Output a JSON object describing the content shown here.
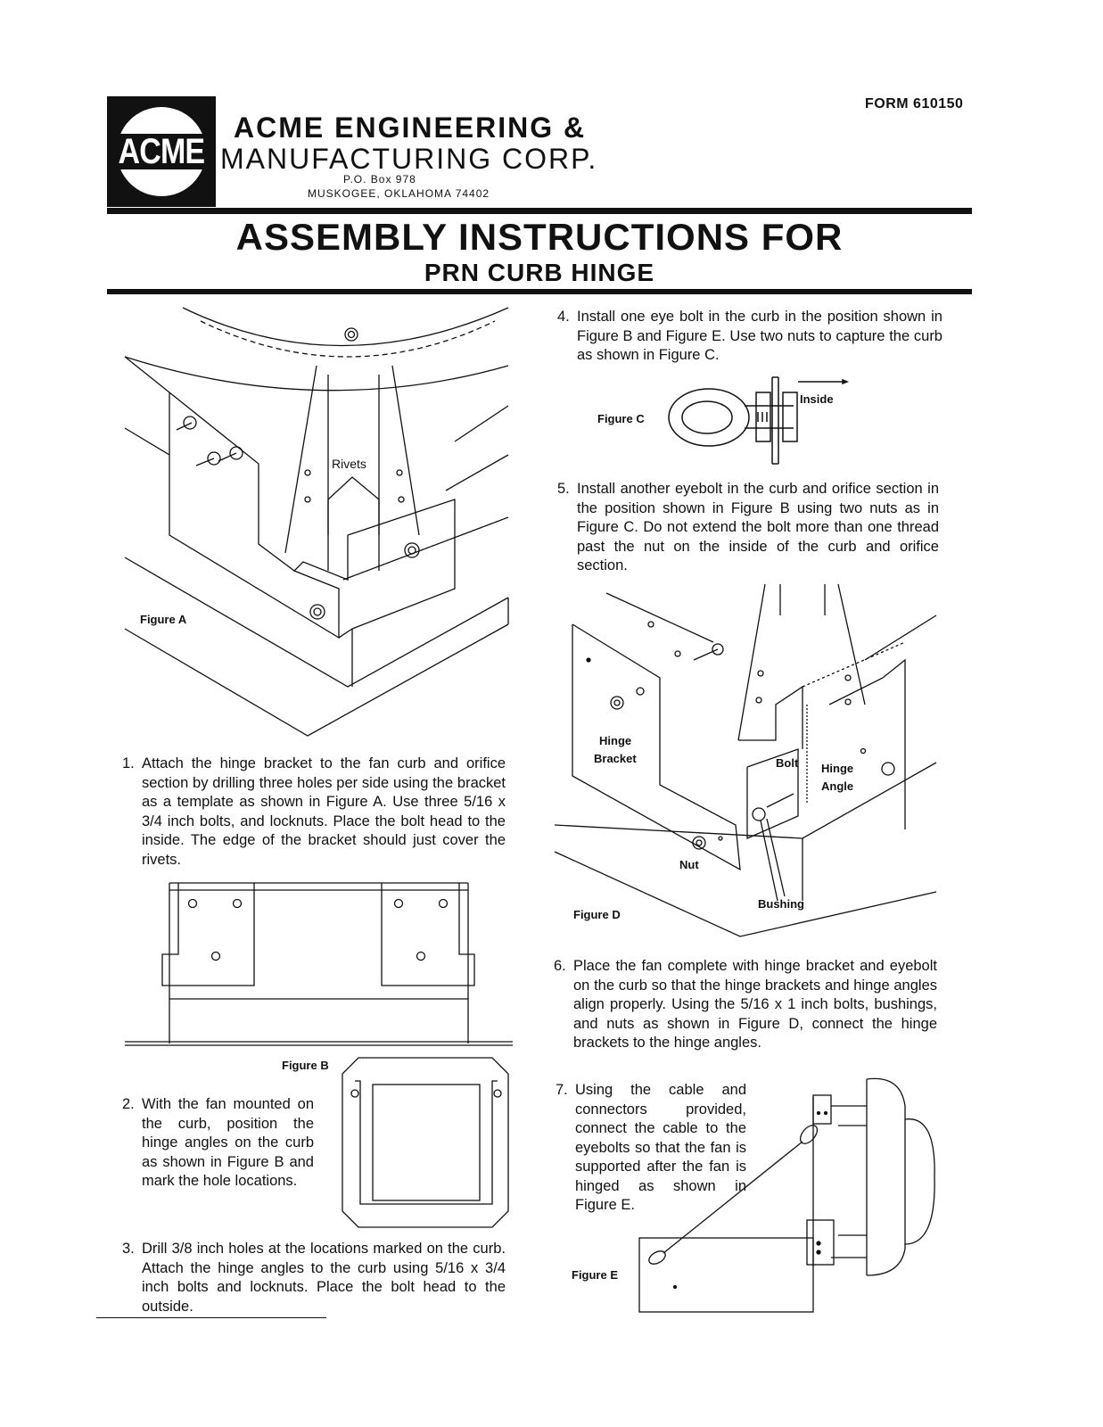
{
  "header": {
    "form_number": "FORM 610150",
    "logo_text": "ACME",
    "company_line1": "ACME ENGINEERING &",
    "company_line2": "MANUFACTURING CORP.",
    "address_line1": "P.O. Box 978",
    "address_line2": "MUSKOGEE, OKLAHOMA 74402"
  },
  "title": {
    "main": "ASSEMBLY INSTRUCTIONS FOR",
    "sub": "PRN CURB HINGE"
  },
  "figures": {
    "a": {
      "label": "Figure A",
      "rivets": "Rivets"
    },
    "b": {
      "label": "Figure B"
    },
    "c": {
      "label": "Figure C",
      "inside": "Inside"
    },
    "d": {
      "label": "Figure D",
      "hinge_bracket_1": "Hinge",
      "hinge_bracket_2": "Bracket",
      "bolt": "Bolt",
      "hinge_angle_1": "Hinge",
      "hinge_angle_2": "Angle",
      "nut": "Nut",
      "bushing": "Bushing"
    },
    "e": {
      "label": "Figure E"
    }
  },
  "steps": [
    {
      "num": "1.",
      "text": "Attach the hinge bracket to the fan curb and orifice section by drilling three holes per side using the bracket as a template as shown in Figure A. Use three 5/16 x 3/4 inch bolts, and locknuts. Place the bolt head to the inside. The edge of the bracket should just cover the rivets."
    },
    {
      "num": "2.",
      "text": "With the fan mounted on the curb, position the hinge angles on the curb as shown in Figure B and mark the hole locations."
    },
    {
      "num": "3.",
      "text": "Drill 3/8 inch holes at the locations marked on the curb. Attach the hinge angles to the curb using 5/16 x 3/4 inch bolts and locknuts. Place the bolt head to the outside."
    },
    {
      "num": "4.",
      "text": "Install one eye bolt in the curb in the position shown in Figure B and Figure E. Use two nuts to capture the curb as shown in Figure C."
    },
    {
      "num": "5.",
      "text": "Install another eyebolt in the curb and orifice section in the position shown in Figure B using two nuts as in Figure C. Do not extend the bolt more than one thread past the nut on the inside of the curb and orifice section."
    },
    {
      "num": "6.",
      "text": "Place the fan complete with hinge bracket and eyebolt on the curb so that the hinge brackets and hinge angles align properly. Using the 5/16 x 1 inch bolts, bushings, and nuts as shown in Figure D, connect the hinge brackets to the hinge angles."
    },
    {
      "num": "7.",
      "text": "Using the cable and connectors provided, connect the cable to the eyebolts so that the fan is supported after the fan is hinged as shown in Figure E."
    }
  ]
}
